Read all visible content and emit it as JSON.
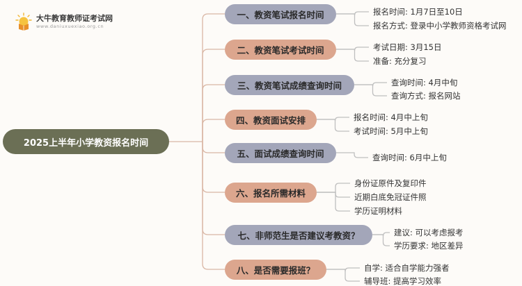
{
  "logo": {
    "title": "大牛教育教师证考试网",
    "url": "www.daniuxuexiao.org.cn"
  },
  "root": {
    "label": "2025上半年小学教资报名时间"
  },
  "branches": [
    {
      "label": "一、教资笔试报名时间",
      "color": "#a3a6b9",
      "leaves": [
        "报名时间: 1月7日至10日",
        "报名方式: 登录中小学教师资格考试网"
      ]
    },
    {
      "label": "二、教资笔试考试时间",
      "color": "#dca68e",
      "leaves": [
        "考试日期: 3月15日",
        "准备: 充分复习"
      ]
    },
    {
      "label": "三、教资笔试成绩查询时间",
      "color": "#a3a6b9",
      "leaves": [
        "查询时间: 4月中旬",
        "查询方式: 报名网站"
      ]
    },
    {
      "label": "四、教资面试安排",
      "color": "#dca68e",
      "leaves": [
        "报名时间: 4月中上旬",
        "考试时间: 5月中上旬"
      ]
    },
    {
      "label": "五、面试成绩查询时间",
      "color": "#a3a6b9",
      "leaves": [
        "查询时间: 6月中上旬"
      ]
    },
    {
      "label": "六、报名所需材料",
      "color": "#dca68e",
      "leaves": [
        "身份证原件及复印件",
        "近期白底免冠证件照",
        "学历证明材料"
      ]
    },
    {
      "label": "七、非师范生是否建议考教资？",
      "color": "#a3a6b9",
      "leaves": [
        "建议: 可以考虑报考",
        "学历要求: 地区差异"
      ]
    },
    {
      "label": "八、是否需要报班？",
      "color": "#dca68e",
      "leaves": [
        "自学: 适合自学能力强者",
        "辅导班: 提高学习效率"
      ]
    }
  ]
}
